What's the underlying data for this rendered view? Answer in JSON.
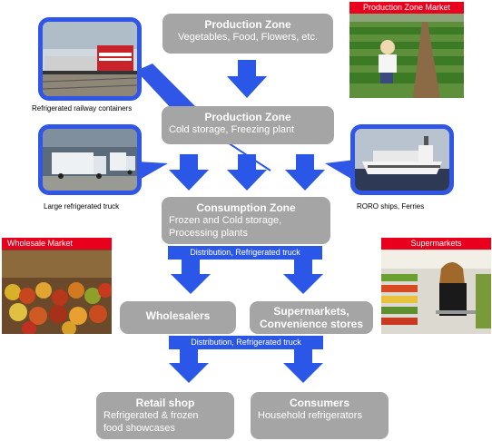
{
  "zones": {
    "top": {
      "title": "Production Zone",
      "sub": "Vegetables, Food, Flowers, etc."
    },
    "middle": {
      "title": "Production Zone",
      "sub": "Cold storage, Freezing plant"
    },
    "consumption": {
      "title": "Consumption Zone",
      "sub1": "Frozen and Cold storage,",
      "sub2": "Processing plants"
    }
  },
  "bars": {
    "first": "Distribution, Refrigerated truck",
    "second": "Distribution, Refrigerated truck"
  },
  "boxes": {
    "wholesalers": "Wholesalers",
    "supermarkets1": "Supermarkets,",
    "supermarkets2": "Convenience stores",
    "retail": {
      "title": "Retail shop",
      "sub1": "Refrigerated & frozen",
      "sub2": "food showcases"
    },
    "consumers": {
      "title": "Consumers",
      "sub": "Household refrigerators"
    }
  },
  "photos": {
    "railway": {
      "caption": "Refrigerated railway containers",
      "icon": "train-photo"
    },
    "truck": {
      "caption": "Large refrigerated truck",
      "icon": "truck-photo"
    },
    "ship": {
      "caption": "RORO ships, Ferries",
      "icon": "ship-photo"
    },
    "market": {
      "label": "Production Zone Market",
      "icon": "farm-photo"
    },
    "wholesale": {
      "label": "Wholesale Market",
      "icon": "produce-photo"
    },
    "supermarket": {
      "label": "Supermarkets",
      "icon": "shopper-photo"
    }
  },
  "colors": {
    "box": "#a5a5a5",
    "arrow": "#2b57e8",
    "frame": "#2f56e6",
    "label": "#e8001c"
  }
}
